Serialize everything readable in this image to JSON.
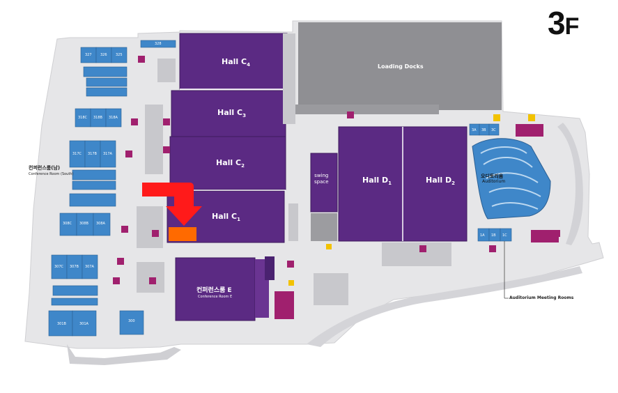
{
  "floor": {
    "number": "3",
    "suffix": "F"
  },
  "halls": {
    "c4": {
      "name": "Hall C",
      "sub": "4"
    },
    "c3": {
      "name": "Hall C",
      "sub": "3"
    },
    "c2": {
      "name": "Hall C",
      "sub": "2"
    },
    "c1": {
      "name": "Hall C",
      "sub": "1"
    },
    "d1": {
      "name": "Hall D",
      "sub": "1"
    },
    "d2": {
      "name": "Hall D",
      "sub": "2"
    }
  },
  "loading_docks": "Loading Docks",
  "swing_space": {
    "line1": "swing",
    "line2": "space"
  },
  "conf_e": {
    "ko": "컨퍼런스룸 E",
    "en": "Conference Room  E"
  },
  "conf_south": {
    "ko": "컨퍼런스룸(남)",
    "en": "Conference Room (South)"
  },
  "auditorium": {
    "ko": "오디토리움",
    "en": "Auditorium"
  },
  "auditorium_meeting": "Auditorium Meeting Rooms",
  "room_labels": {
    "r327": "327",
    "r326": "326",
    "r325": "325",
    "r318c": "318C",
    "r318b": "318B",
    "r318a": "318A",
    "r317c": "317C",
    "r317b": "317B",
    "r317a": "317A",
    "r308c": "308C",
    "r308b": "308B",
    "r308a": "308A",
    "r307c": "307C",
    "r307b": "307B",
    "r307a": "307A",
    "r301b": "301B",
    "r301a": "301A",
    "r328": "328",
    "r300": "300",
    "r3a": "3A",
    "r3b": "3B",
    "r3c": "3C",
    "r1a": "1A",
    "r1b": "1B",
    "r1c": "1C"
  },
  "colors": {
    "hall_purple": "#5b2a83",
    "hall_edge": "#3f1a5e",
    "conf_blue": "#3f87c9",
    "floor_gray": "#e4e4e6",
    "dock_gray": "#8d8d90",
    "restroom_magenta": "#a0206e",
    "marker_red": "#ff1a1a",
    "marker_orange": "#ff6a00"
  },
  "marker": {
    "type": "arrow",
    "target": "Hall C1 entrance"
  }
}
